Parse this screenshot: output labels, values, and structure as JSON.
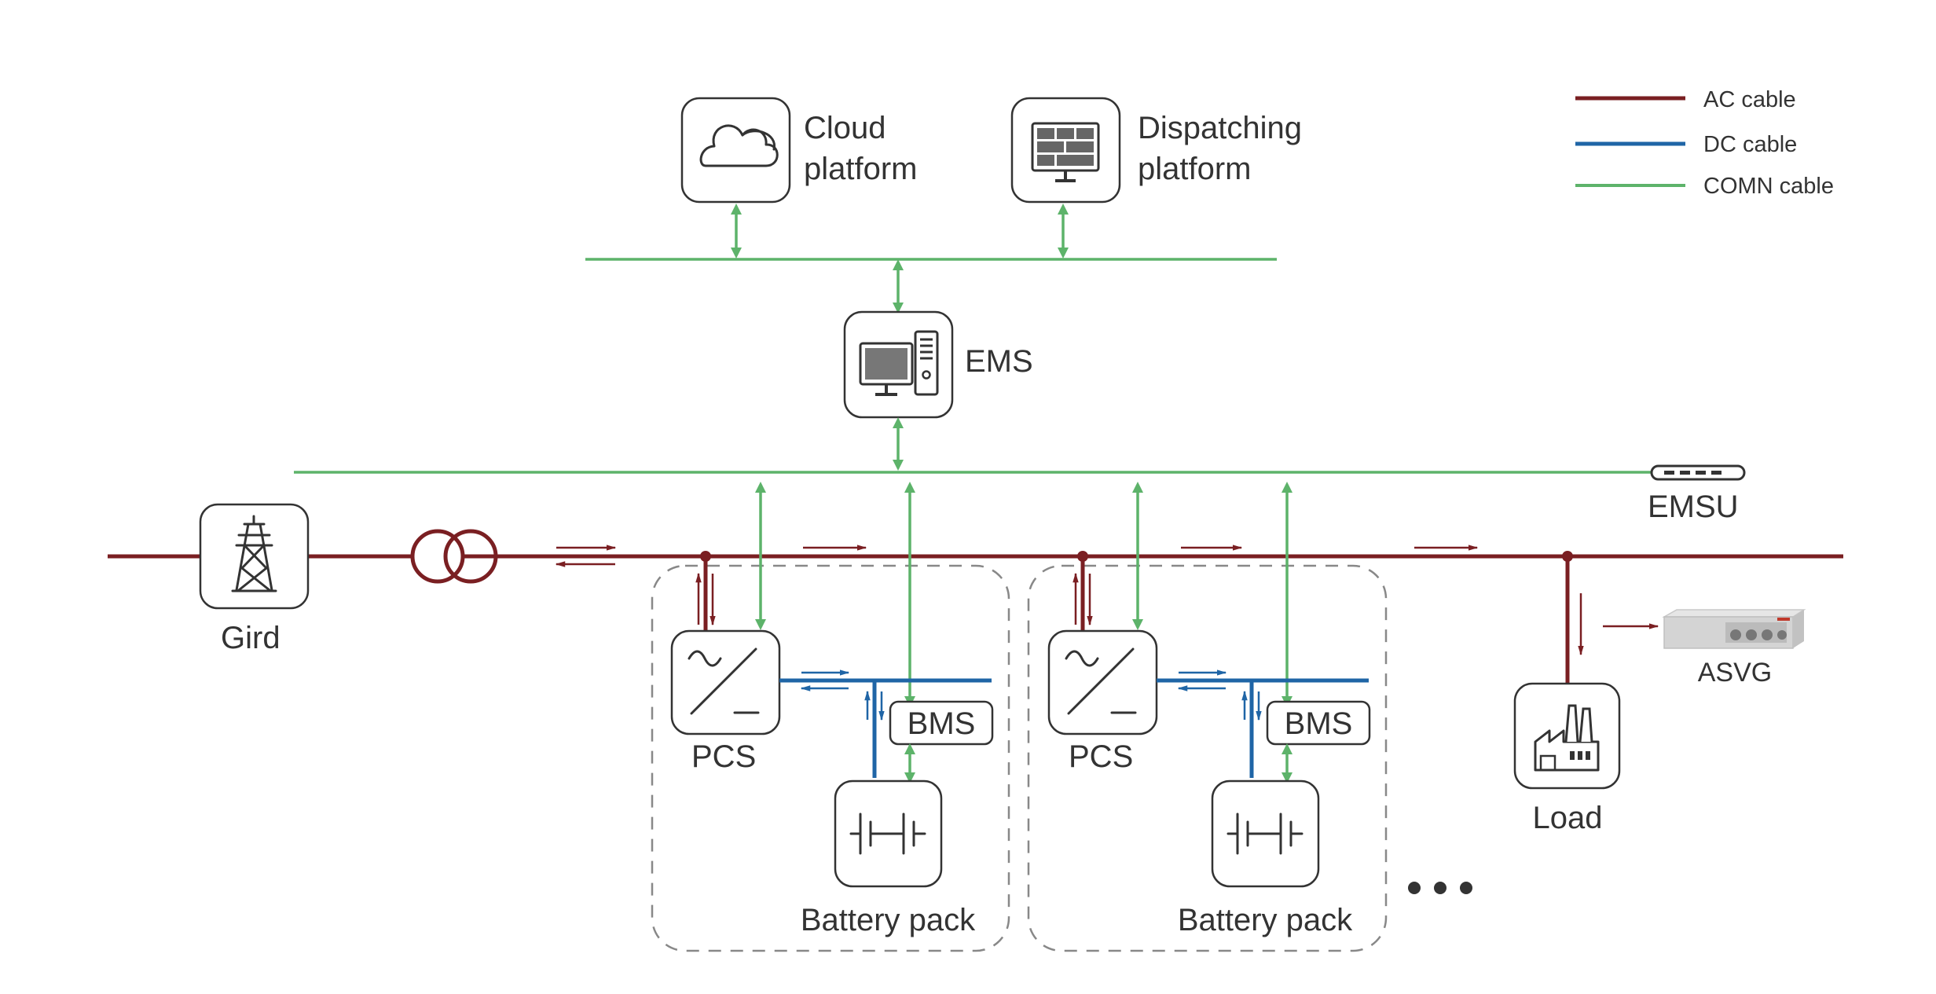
{
  "legend": {
    "ac_label": "AC cable",
    "dc_label": "DC cable",
    "comn_label": "COMN cable"
  },
  "colors": {
    "ac": "#7a1f22",
    "dc": "#1f65a6",
    "comn": "#5db36a"
  },
  "nodes": {
    "cloud_line1": "Cloud",
    "cloud_line2": "platform",
    "dispatch_line1": "Dispatching",
    "dispatch_line2": "platform",
    "ems": "EMS",
    "emsu": "EMSU",
    "grid": "Gird",
    "pcs_1": "PCS",
    "bms_1": "BMS",
    "battery_1": "Battery pack",
    "pcs_2": "PCS",
    "bms_2": "BMS",
    "battery_2": "Battery pack",
    "load": "Load",
    "asvg": "ASVG"
  },
  "icons": {
    "cloud": "cloud-icon",
    "dispatch": "monitor-dashboard-icon",
    "ems": "desktop-computer-icon",
    "emsu": "emsu-device-icon",
    "grid": "transmission-tower-icon",
    "transformer": "transformer-icon",
    "pcs": "inverter-icon",
    "battery": "battery-cell-icon",
    "load": "factory-icon",
    "asvg": "asvg-cabinet-icon",
    "more": "ellipsis-icon"
  }
}
